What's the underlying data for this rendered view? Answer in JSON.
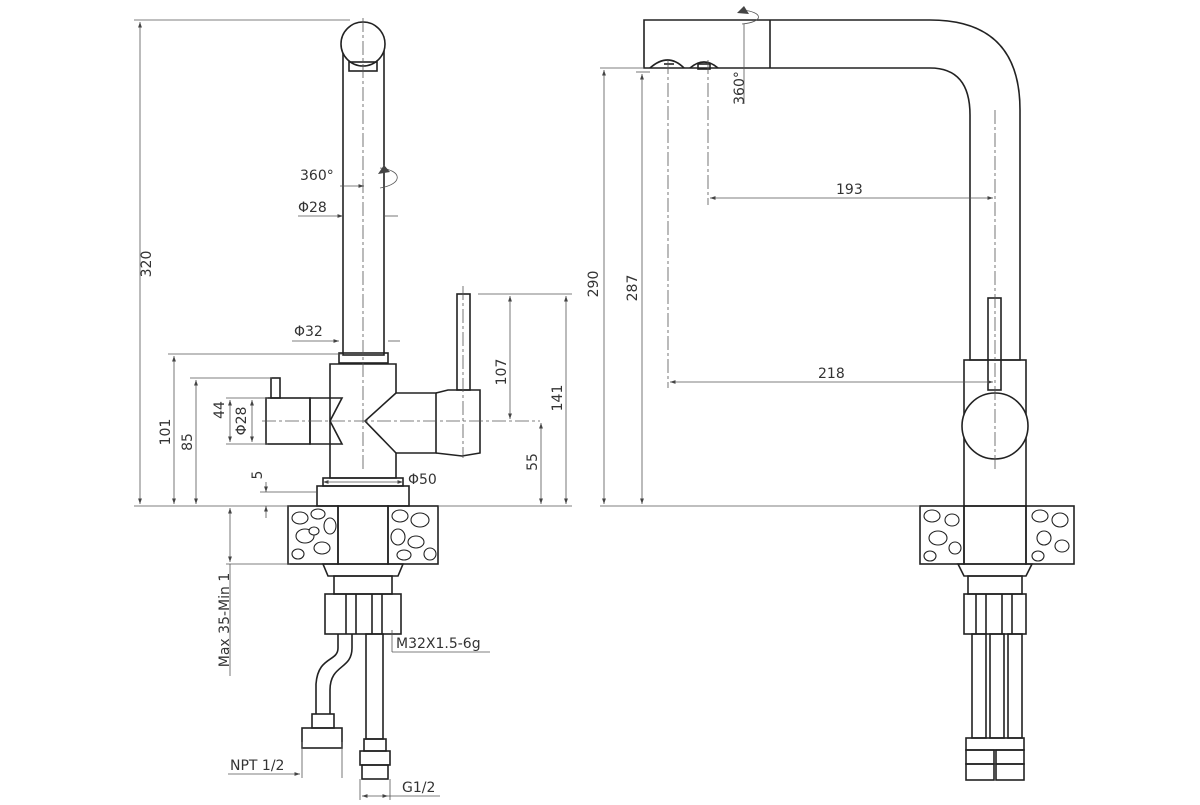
{
  "drawing": {
    "left_view": {
      "dim_320": "320",
      "dim_101": "101",
      "dim_85": "85",
      "dim_44": "44",
      "dim_d28_side": "Φ28",
      "dim_5": "5",
      "dim_max35": "Max 35-Min 1",
      "label_360": "360°",
      "dim_d28_spout": "Φ28",
      "dim_d32": "Φ32",
      "dim_107": "107",
      "dim_141": "141",
      "dim_55": "55",
      "dim_d50": "Φ50",
      "thread_m32": "M32X1.5-6g",
      "thread_npt": "NPT 1/2",
      "thread_g12": "G1/2"
    },
    "right_view": {
      "label_360": "360°",
      "dim_193": "193",
      "dim_290": "290",
      "dim_287": "287",
      "dim_218": "218"
    }
  }
}
